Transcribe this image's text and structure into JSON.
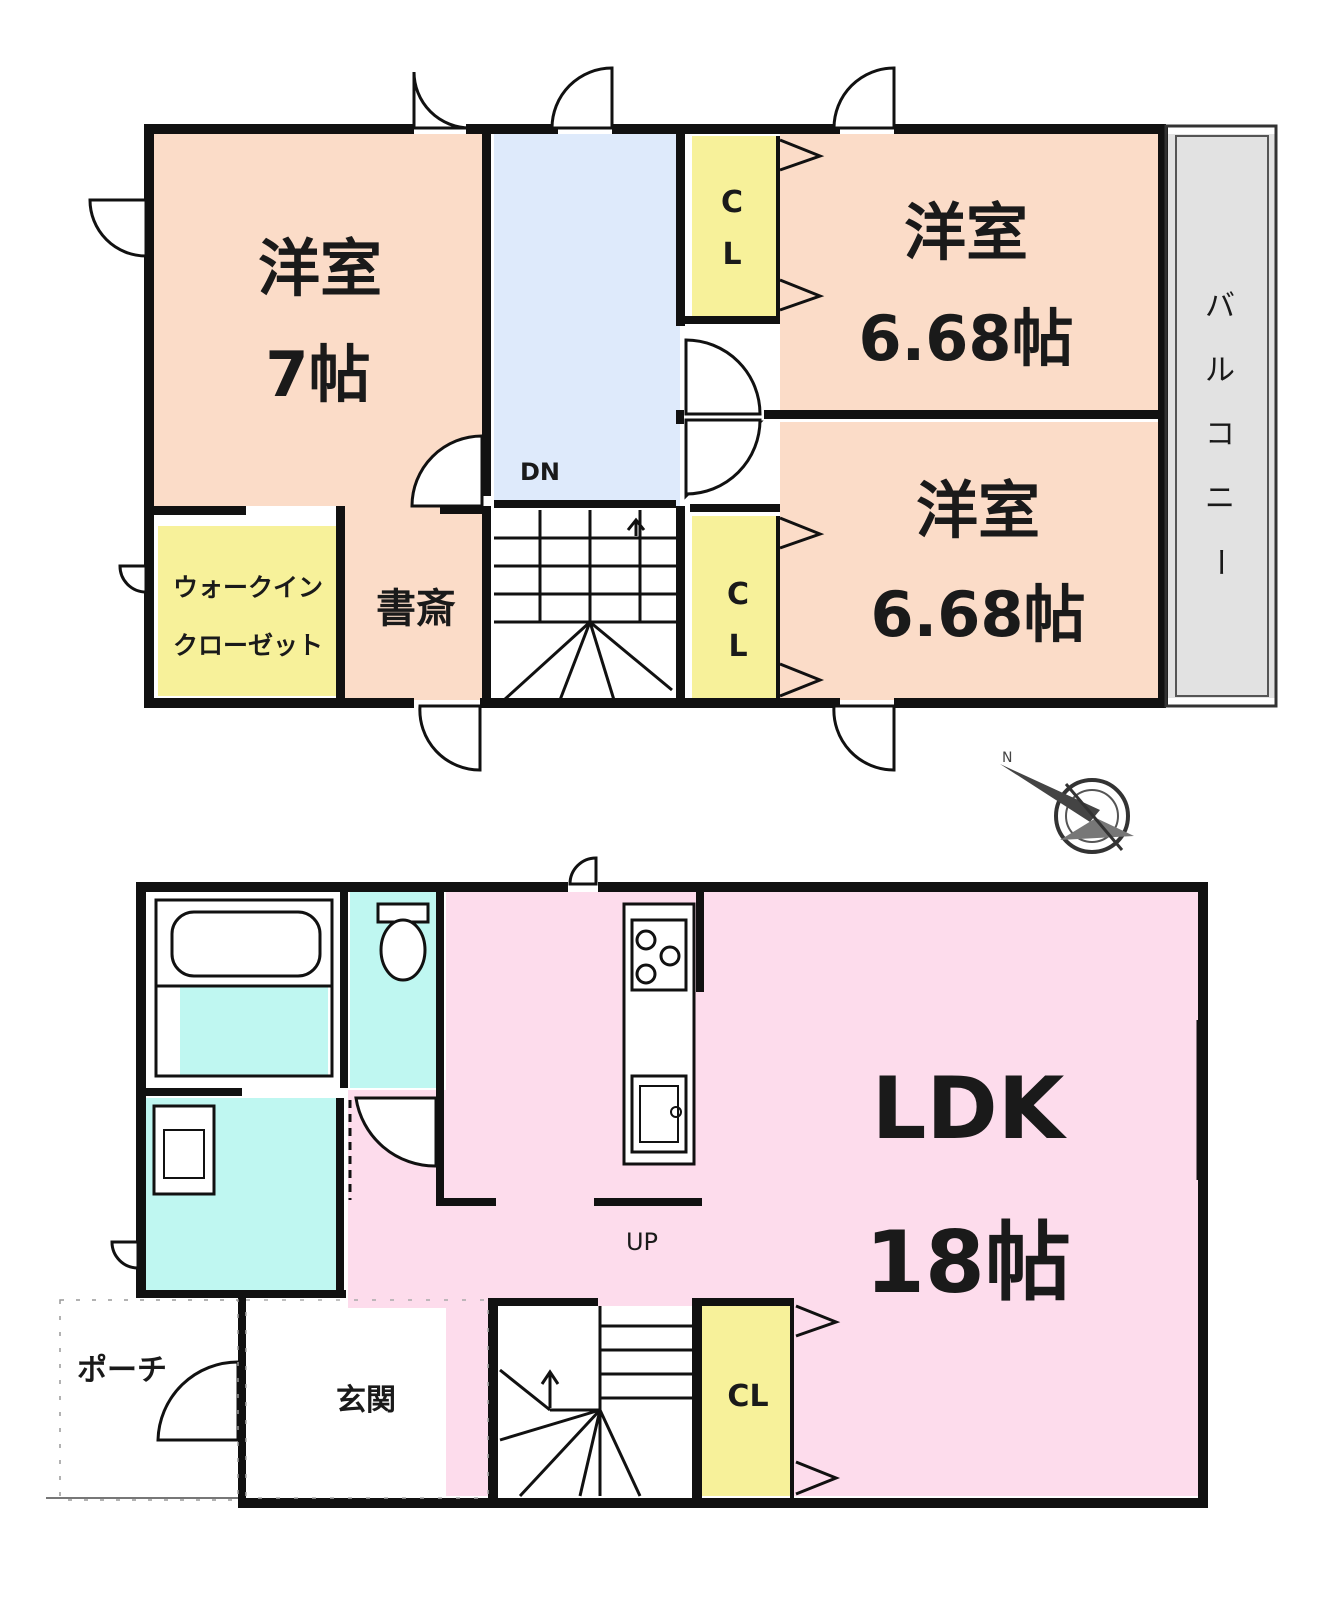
{
  "colors": {
    "bedroom": "#fbdcc8",
    "hall": "#deeafb",
    "closet": "#f7f19a",
    "balcony": "#e2e2e2",
    "ldk": "#fddcec",
    "wet": "#bff7f1",
    "wall": "#111111"
  },
  "upper_floor": {
    "room_west": {
      "name": "洋室",
      "size": "7帖"
    },
    "room_ne": {
      "name": "洋室",
      "size": "6.68帖"
    },
    "room_se": {
      "name": "洋室",
      "size": "6.68帖"
    },
    "closet_n": {
      "line1": "C",
      "line2": "L"
    },
    "closet_s": {
      "line1": "C",
      "line2": "L"
    },
    "walk_in": {
      "line1": "ウォークイン",
      "line2": "クローゼット"
    },
    "study": "書斎",
    "hall_label": "DN",
    "balcony": [
      "バ",
      "ル",
      "コ",
      "ニ",
      "ー"
    ]
  },
  "lower_floor": {
    "ldk": {
      "name": "LDK",
      "size": "18帖"
    },
    "stair_label": "UP",
    "closet": "CL",
    "entrance": "玄関",
    "porch": "ポーチ"
  },
  "icons": [
    "compass-icon",
    "bathtub-icon",
    "toilet-icon",
    "stove-icon",
    "sink-icon",
    "washbasin-icon"
  ]
}
